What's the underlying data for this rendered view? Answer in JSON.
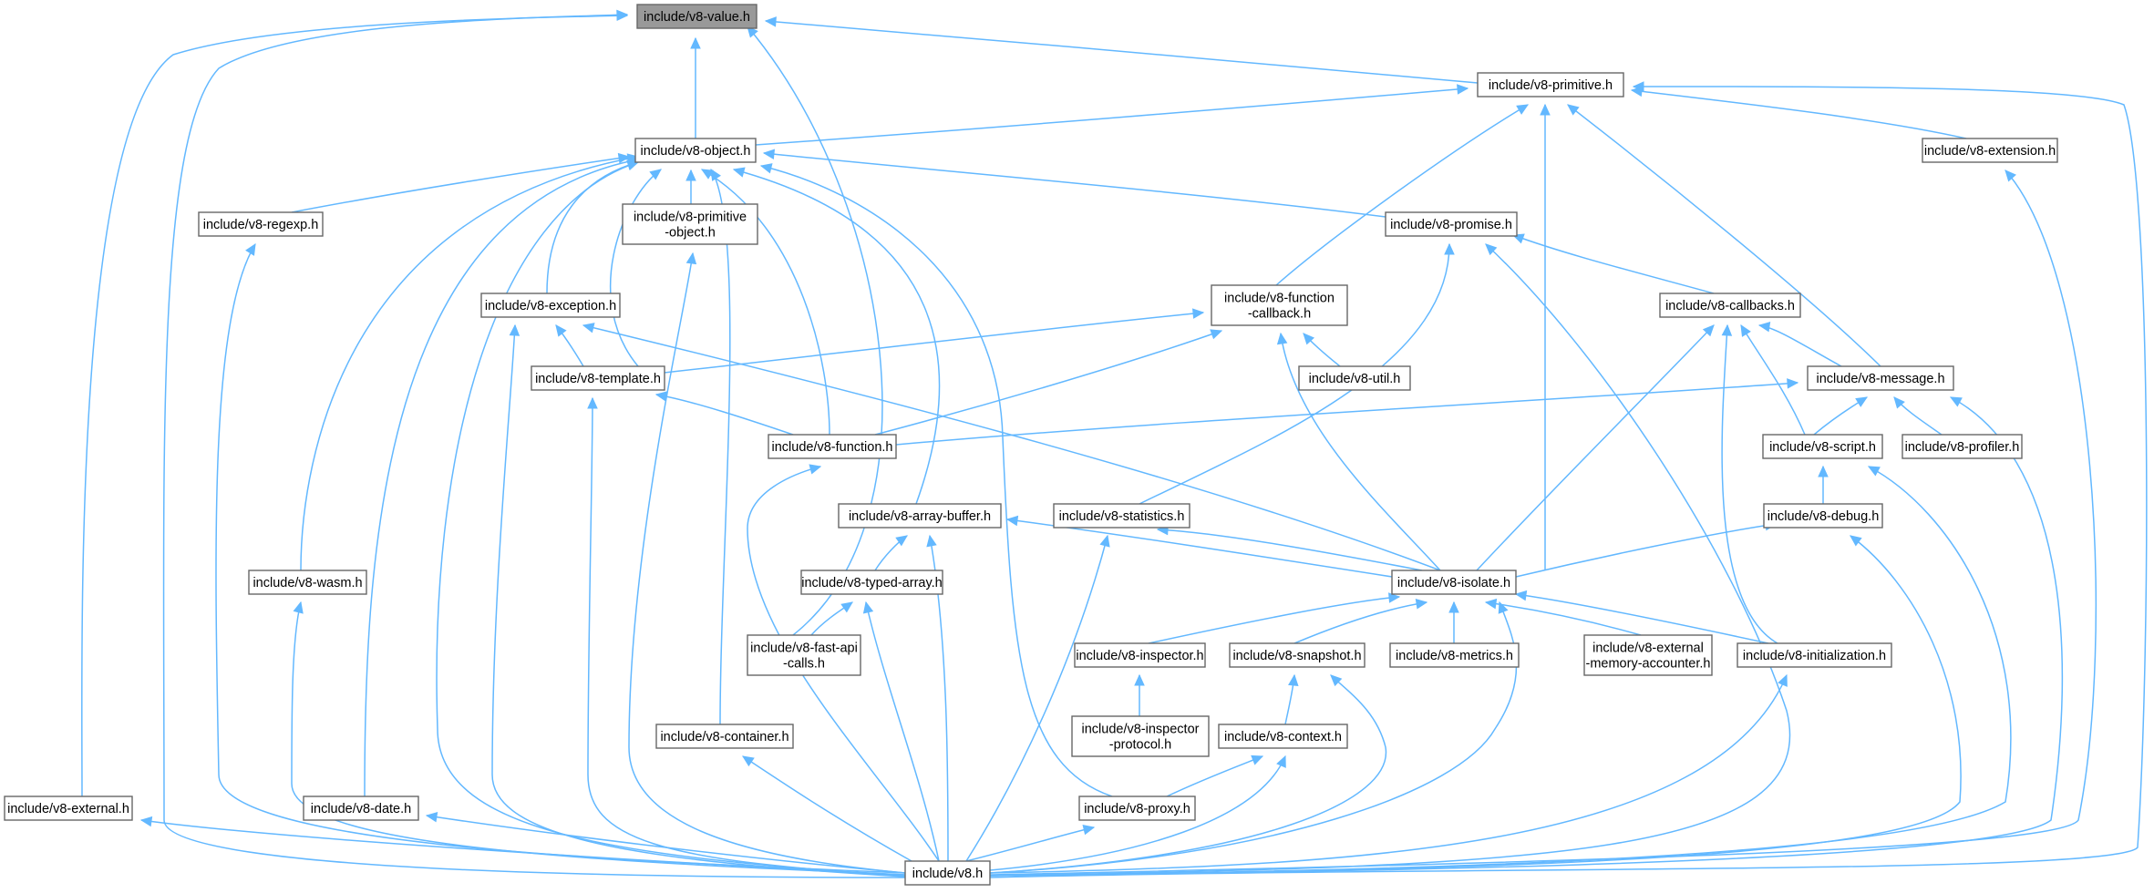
{
  "graph": {
    "colors": {
      "edge": "#63b8ff",
      "node_border": "#666666",
      "node_fill": "#ffffff",
      "root_fill": "#999999",
      "text": "#000000"
    },
    "nodes": [
      {
        "id": "value",
        "lines": [
          "include/v8-value.h"
        ],
        "root": true
      },
      {
        "id": "primitive",
        "lines": [
          "include/v8-primitive.h"
        ]
      },
      {
        "id": "object",
        "lines": [
          "include/v8-object.h"
        ]
      },
      {
        "id": "extension",
        "lines": [
          "include/v8-extension.h"
        ]
      },
      {
        "id": "regexp",
        "lines": [
          "include/v8-regexp.h"
        ]
      },
      {
        "id": "primobj",
        "lines": [
          "include/v8-primitive",
          "-object.h"
        ]
      },
      {
        "id": "promise",
        "lines": [
          "include/v8-promise.h"
        ]
      },
      {
        "id": "exception",
        "lines": [
          "include/v8-exception.h"
        ]
      },
      {
        "id": "fcallback",
        "lines": [
          "include/v8-function",
          "-callback.h"
        ]
      },
      {
        "id": "callbacks",
        "lines": [
          "include/v8-callbacks.h"
        ]
      },
      {
        "id": "template",
        "lines": [
          "include/v8-template.h"
        ]
      },
      {
        "id": "util",
        "lines": [
          "include/v8-util.h"
        ]
      },
      {
        "id": "message",
        "lines": [
          "include/v8-message.h"
        ]
      },
      {
        "id": "function",
        "lines": [
          "include/v8-function.h"
        ]
      },
      {
        "id": "script",
        "lines": [
          "include/v8-script.h"
        ]
      },
      {
        "id": "profiler",
        "lines": [
          "include/v8-profiler.h"
        ]
      },
      {
        "id": "arraybuf",
        "lines": [
          "include/v8-array-buffer.h"
        ]
      },
      {
        "id": "statistics",
        "lines": [
          "include/v8-statistics.h"
        ]
      },
      {
        "id": "debug",
        "lines": [
          "include/v8-debug.h"
        ]
      },
      {
        "id": "wasm",
        "lines": [
          "include/v8-wasm.h"
        ]
      },
      {
        "id": "typedarr",
        "lines": [
          "include/v8-typed-array.h"
        ]
      },
      {
        "id": "isolate",
        "lines": [
          "include/v8-isolate.h"
        ]
      },
      {
        "id": "fastapi",
        "lines": [
          "include/v8-fast-api",
          "-calls.h"
        ]
      },
      {
        "id": "inspector",
        "lines": [
          "include/v8-inspector.h"
        ]
      },
      {
        "id": "snapshot",
        "lines": [
          "include/v8-snapshot.h"
        ]
      },
      {
        "id": "metrics",
        "lines": [
          "include/v8-metrics.h"
        ]
      },
      {
        "id": "extmem",
        "lines": [
          "include/v8-external",
          "-memory-accounter.h"
        ]
      },
      {
        "id": "init",
        "lines": [
          "include/v8-initialization.h"
        ]
      },
      {
        "id": "inspproto",
        "lines": [
          "include/v8-inspector",
          "-protocol.h"
        ]
      },
      {
        "id": "container",
        "lines": [
          "include/v8-container.h"
        ]
      },
      {
        "id": "context",
        "lines": [
          "include/v8-context.h"
        ]
      },
      {
        "id": "external",
        "lines": [
          "include/v8-external.h"
        ]
      },
      {
        "id": "date",
        "lines": [
          "include/v8-date.h"
        ]
      },
      {
        "id": "proxy",
        "lines": [
          "include/v8-proxy.h"
        ]
      },
      {
        "id": "v8",
        "lines": [
          "include/v8.h"
        ]
      }
    ],
    "edges": [
      {
        "from": "primitive",
        "to": "value"
      },
      {
        "from": "object",
        "to": "value"
      },
      {
        "from": "external",
        "to": "value"
      },
      {
        "from": "fastapi",
        "to": "value"
      },
      {
        "from": "v8",
        "to": "value"
      },
      {
        "from": "object",
        "to": "primitive"
      },
      {
        "from": "extension",
        "to": "primitive"
      },
      {
        "from": "fcallback",
        "to": "primitive"
      },
      {
        "from": "message",
        "to": "primitive"
      },
      {
        "from": "isolate",
        "to": "primitive"
      },
      {
        "from": "v8",
        "to": "primitive"
      },
      {
        "from": "regexp",
        "to": "object"
      },
      {
        "from": "primobj",
        "to": "object"
      },
      {
        "from": "promise",
        "to": "object"
      },
      {
        "from": "exception",
        "to": "object"
      },
      {
        "from": "template",
        "to": "object"
      },
      {
        "from": "function",
        "to": "object"
      },
      {
        "from": "arraybuf",
        "to": "object"
      },
      {
        "from": "wasm",
        "to": "object"
      },
      {
        "from": "container",
        "to": "object"
      },
      {
        "from": "date",
        "to": "object"
      },
      {
        "from": "proxy",
        "to": "object"
      },
      {
        "from": "v8",
        "to": "object"
      },
      {
        "from": "v8",
        "to": "extension"
      },
      {
        "from": "v8",
        "to": "regexp"
      },
      {
        "from": "v8",
        "to": "primobj"
      },
      {
        "from": "callbacks",
        "to": "promise"
      },
      {
        "from": "statistics",
        "to": "promise"
      },
      {
        "from": "v8",
        "to": "promise"
      },
      {
        "from": "template",
        "to": "exception"
      },
      {
        "from": "isolate",
        "to": "exception"
      },
      {
        "from": "v8",
        "to": "exception"
      },
      {
        "from": "template",
        "to": "fcallback"
      },
      {
        "from": "function",
        "to": "fcallback"
      },
      {
        "from": "util",
        "to": "fcallback"
      },
      {
        "from": "isolate",
        "to": "fcallback"
      },
      {
        "from": "message",
        "to": "callbacks"
      },
      {
        "from": "script",
        "to": "callbacks"
      },
      {
        "from": "isolate",
        "to": "callbacks"
      },
      {
        "from": "init",
        "to": "callbacks"
      },
      {
        "from": "function",
        "to": "template"
      },
      {
        "from": "v8",
        "to": "template"
      },
      {
        "from": "function",
        "to": "message"
      },
      {
        "from": "script",
        "to": "message"
      },
      {
        "from": "profiler",
        "to": "message"
      },
      {
        "from": "v8",
        "to": "message"
      },
      {
        "from": "v8",
        "to": "function"
      },
      {
        "from": "debug",
        "to": "script"
      },
      {
        "from": "v8",
        "to": "script"
      },
      {
        "from": "typedarr",
        "to": "arraybuf"
      },
      {
        "from": "isolate",
        "to": "arraybuf"
      },
      {
        "from": "v8",
        "to": "arraybuf"
      },
      {
        "from": "isolate",
        "to": "statistics"
      },
      {
        "from": "v8",
        "to": "statistics"
      },
      {
        "from": "isolate",
        "to": "debug"
      },
      {
        "from": "v8",
        "to": "debug"
      },
      {
        "from": "v8",
        "to": "wasm"
      },
      {
        "from": "fastapi",
        "to": "typedarr"
      },
      {
        "from": "v8",
        "to": "typedarr"
      },
      {
        "from": "inspector",
        "to": "isolate"
      },
      {
        "from": "snapshot",
        "to": "isolate"
      },
      {
        "from": "metrics",
        "to": "isolate"
      },
      {
        "from": "extmem",
        "to": "isolate"
      },
      {
        "from": "init",
        "to": "isolate"
      },
      {
        "from": "v8",
        "to": "isolate"
      },
      {
        "from": "inspproto",
        "to": "inspector"
      },
      {
        "from": "context",
        "to": "snapshot"
      },
      {
        "from": "v8",
        "to": "snapshot"
      },
      {
        "from": "v8",
        "to": "init"
      },
      {
        "from": "v8",
        "to": "container"
      },
      {
        "from": "proxy",
        "to": "context"
      },
      {
        "from": "v8",
        "to": "context"
      },
      {
        "from": "v8",
        "to": "external"
      },
      {
        "from": "v8",
        "to": "date"
      },
      {
        "from": "v8",
        "to": "proxy"
      }
    ]
  }
}
